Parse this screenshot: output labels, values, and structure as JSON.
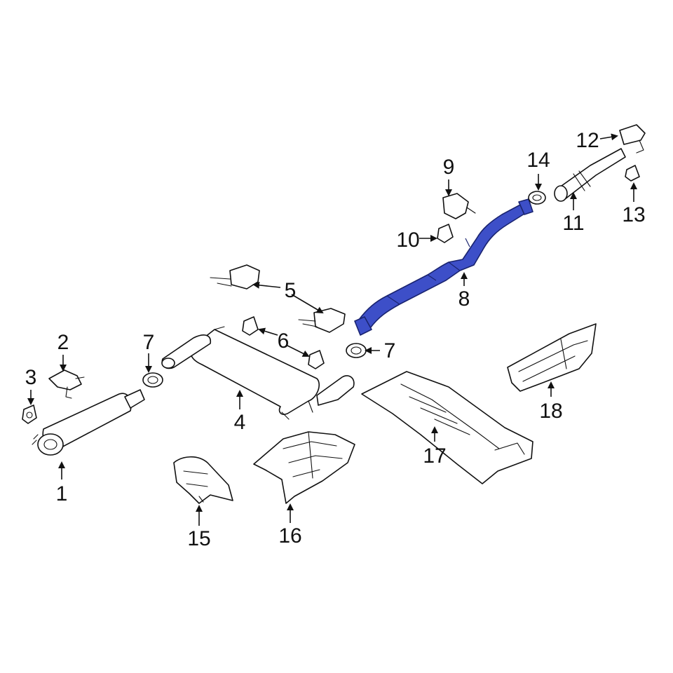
{
  "diagram": {
    "highlight_color": "#3d4fc8",
    "line_color": "#111111",
    "background": "#ffffff",
    "callouts": [
      "1",
      "2",
      "3",
      "4",
      "5",
      "6",
      "7",
      "7",
      "8",
      "9",
      "10",
      "11",
      "12",
      "13",
      "14",
      "15",
      "16",
      "17",
      "18"
    ]
  }
}
